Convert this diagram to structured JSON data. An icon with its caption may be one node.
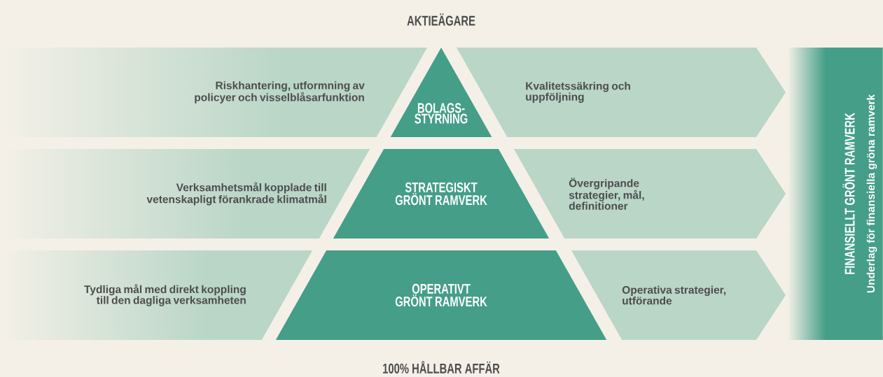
{
  "diagram": {
    "nodes": [
      {
        "text": [
          "Riskhantering, utformning av policyer och visselblåsarfunktion"
        ]
      },
      {
        "text": [
          "BOLAGS- STYRNING"
        ]
      },
      {
        "text": [
          "Kvalitetssäkring och uppföljning"
        ]
      },
      {
        "text": [
          "Verksamhetsmål kopplade till vetenskapligt förankrade klimatmål"
        ]
      },
      {
        "text": [
          "STRATEGISKT GRÖNT RAMVERK"
        ]
      },
      {
        "text": [
          "Övergripande strategier, mål, definitioner"
        ]
      },
      {
        "text": [
          "Tydliga mål med direkt koppling till den dagliga verksamheten"
        ]
      },
      {
        "text": [
          "OPERATIVT GRÖNT RAMVERK"
        ]
      },
      {
        "text": [
          "Operativa strategier, utförande"
        ]
      },
      {
        "text": [
          "FINANSIELLT GRÖNT RAMVERK",
          "Underlag för finansiella gröna ramverk"
        ]
      }
    ],
    "labels": [
      "AKTIEÄGARE",
      "100% HÅLLBAR AFFÄR"
    ]
  }
}
